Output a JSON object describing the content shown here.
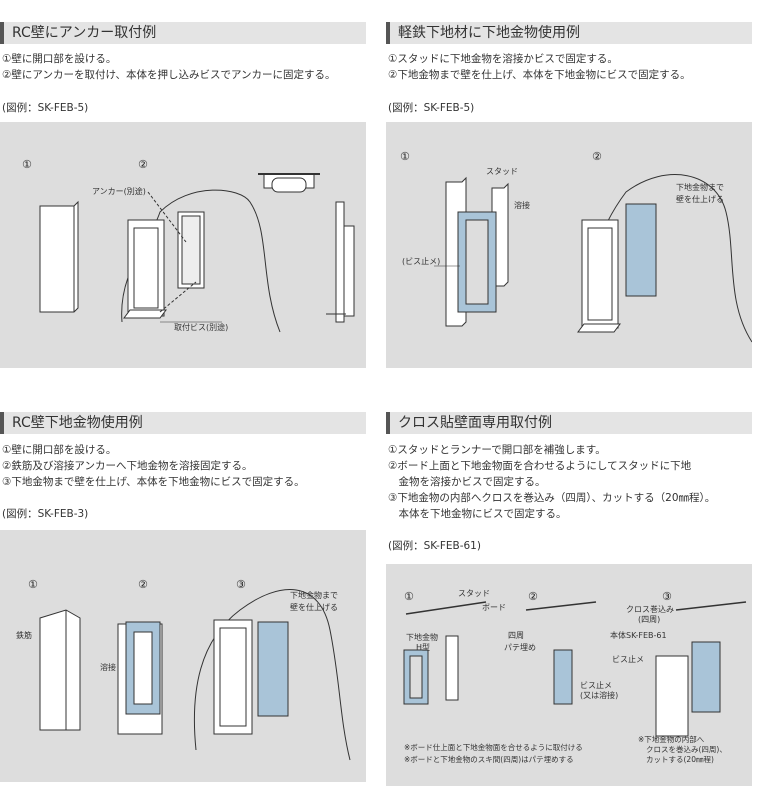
{
  "sections": [
    {
      "title": "RC壁にアンカー取付例",
      "lines": [
        "①壁に開口部を設ける。",
        "②壁にアンカーを取付け、本体を押し込みビスでアンカーに固定する。"
      ],
      "ref": "(図例：SK-FEB-5)",
      "figure": {
        "steps": [
          "①",
          "②"
        ],
        "labels": [
          "アンカー(別途)",
          "取付ビス(別途)"
        ]
      }
    },
    {
      "title": "軽鉄下地材に下地金物使用例",
      "lines": [
        "①スタッドに下地金物を溶接かビスで固定する。",
        "②下地金物まで壁を仕上げ、本体を下地金物にビスで固定する。"
      ],
      "ref": "(図例：SK-FEB-5)",
      "figure": {
        "steps": [
          "①",
          "②"
        ],
        "labels": [
          "スタッド",
          "溶接",
          "(ビス止メ)",
          "下地金物まで",
          "壁を仕上げる"
        ]
      }
    },
    {
      "title": "RC壁下地金物使用例",
      "lines": [
        "①壁に開口部を設ける。",
        "②鉄筋及び溶接アンカーへ下地金物を溶接固定する。",
        "③下地金物まで壁を仕上げ、本体を下地金物にビスで固定する。"
      ],
      "ref": "(図例：SK-FEB-3)",
      "figure": {
        "steps": [
          "①",
          "②",
          "③"
        ],
        "labels": [
          "鉄筋",
          "溶接",
          "下地金物まで",
          "壁を仕上げる"
        ]
      }
    },
    {
      "title": "クロス貼壁面専用取付例",
      "lines": [
        "①スタッドとランナーで開口部を補強します。",
        "②ボード上面と下地金物面を合わせるようにしてスタッドに下地",
        "　金物を溶接かビスで固定する。",
        "③下地金物の内部へクロスを巻込み（四周）、カットする（20㎜程）。",
        "　本体を下地金物にビスで固定する。"
      ],
      "ref": "(図例：SK-FEB-61)",
      "figure": {
        "steps": [
          "①",
          "②",
          "③"
        ],
        "labels": [
          "スタッド",
          "ボード",
          "下地金物",
          "H型",
          "四周",
          "パテ埋め",
          "ビス止メ",
          "(又は溶接)",
          "クロス巻込み",
          "(四周)",
          "本体SK-FEB-61",
          "ビス止メ"
        ],
        "notes": [
          "※ボード仕上面と下地金物面を合せるように取付ける",
          "※ボードと下地金物のスキ間(四周)はパテ埋めする",
          "※下地金物の内部へ",
          "クロスを巻込み(四周)、",
          "カットする(20㎜程)"
        ]
      }
    }
  ],
  "colors": {
    "figure_bg": "#dddddd",
    "metal": "#a9c4d8",
    "title_bg": "#e4e4e4"
  }
}
